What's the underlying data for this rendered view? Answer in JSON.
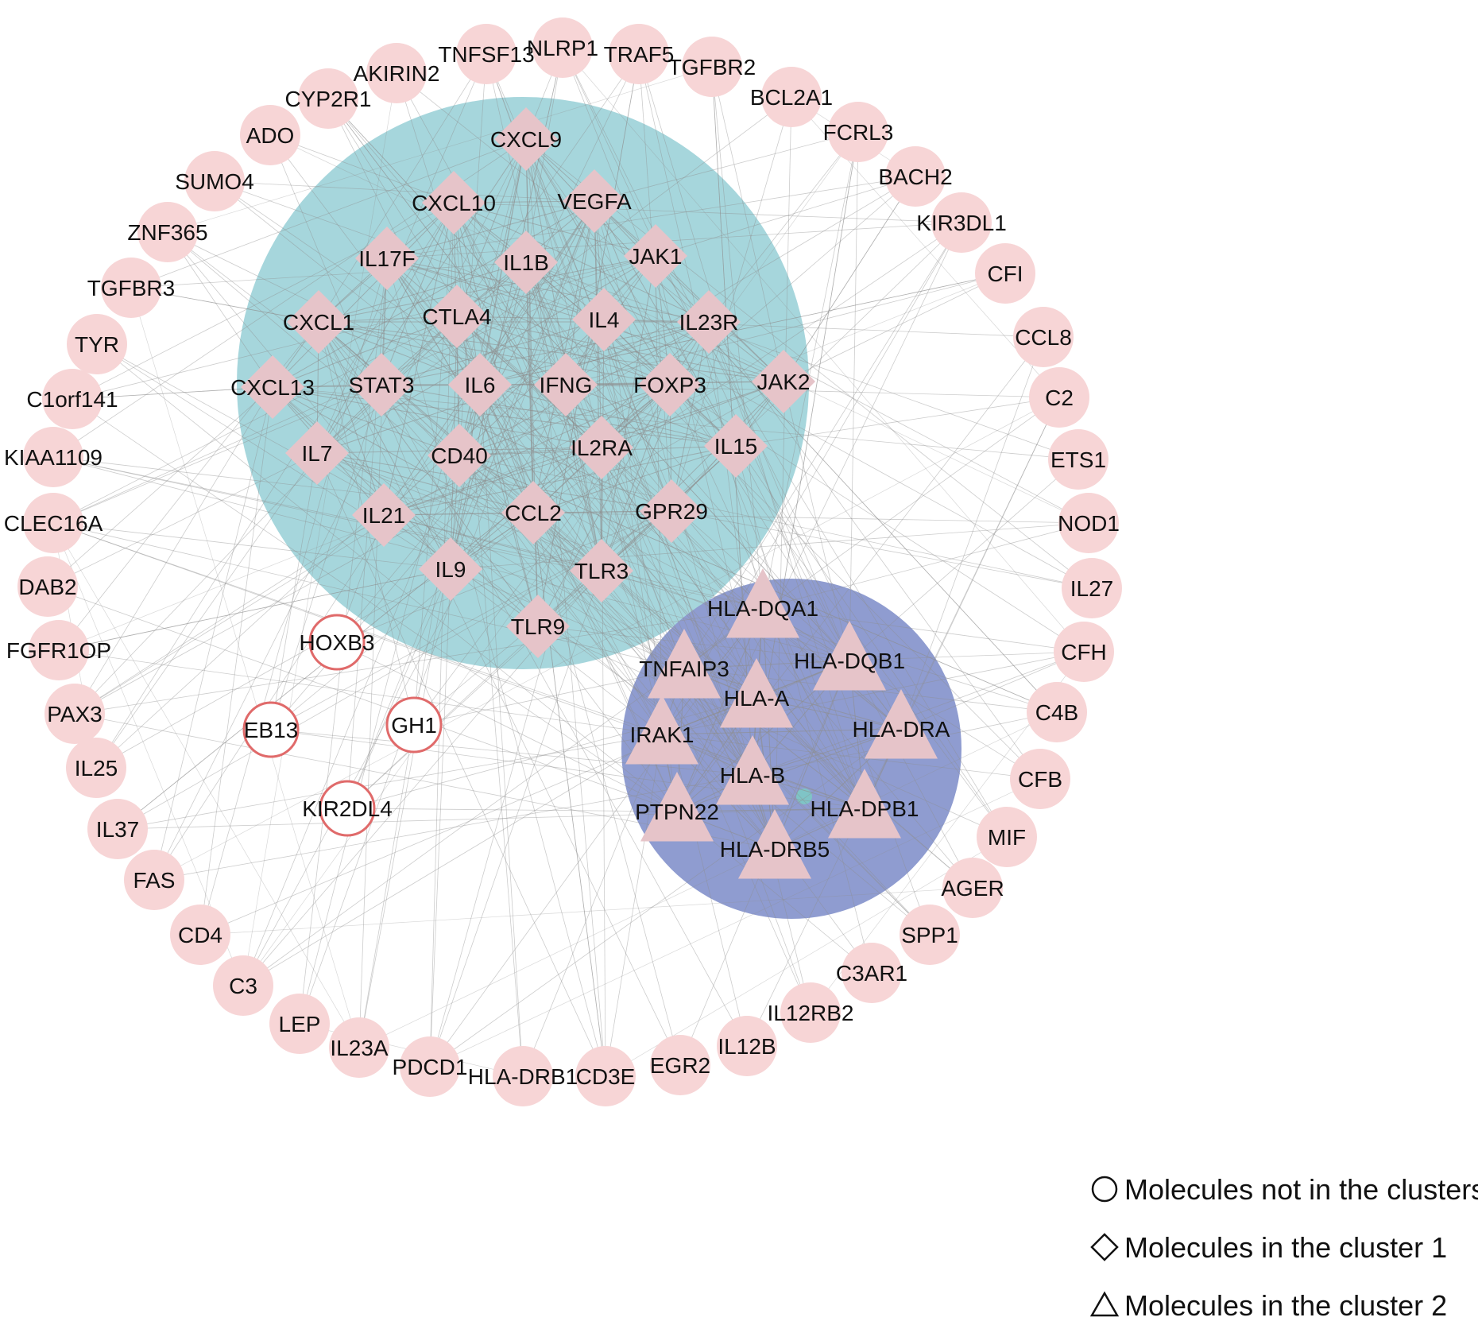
{
  "colors": {
    "node_fill": "#f7d5d6",
    "node_fill_cluster": "#e6c4c9",
    "node_stroke_outlier": "#e06a6a",
    "cluster1_bg": "#a6d6dc",
    "cluster2_bg": "#8f9cd0",
    "edge": "#8e8e8e"
  },
  "outer_ring": [
    "TNFSF13",
    "NLRP1",
    "TRAF5",
    "TGFBR2",
    "BCL2A1",
    "FCRL3",
    "BACH2",
    "KIR3DL1",
    "CFI",
    "CCL8",
    "C2",
    "ETS1",
    "NOD1",
    "IL27",
    "CFH",
    "C4B",
    "CFB",
    "MIF",
    "AGER",
    "SPP1",
    "C3AR1",
    "IL12RB2",
    "IL12B",
    "EGR2",
    "CD3E",
    "HLA-DRB1",
    "PDCD1",
    "IL23A",
    "LEP",
    "C3",
    "CD4",
    "FAS",
    "IL37",
    "IL25",
    "PAX3",
    "FGFR1OP",
    "DAB2",
    "CLEC16A",
    "KIAA1109",
    "C1orf141",
    "TYR",
    "TGFBR3",
    "ZNF365",
    "SUMO4",
    "ADO",
    "CYP2R1",
    "AKIRIN2"
  ],
  "unclustered_inner": [
    "HOXB3",
    "EB13",
    "GH1",
    "KIR2DL4"
  ],
  "cluster1": [
    "CXCL9",
    "CXCL10",
    "VEGFA",
    "IL17F",
    "IL1B",
    "JAK1",
    "CXCL1",
    "CTLA4",
    "IL4",
    "IL23R",
    "CXCL13",
    "STAT3",
    "IL6",
    "IFNG",
    "FOXP3",
    "JAK2",
    "IL7",
    "CD40",
    "IL2RA",
    "IL15",
    "IL21",
    "CCL2",
    "GPR29",
    "IL9",
    "TLR3",
    "TLR9"
  ],
  "cluster2": [
    "HLA-DQA1",
    "TNFAIP3",
    "HLA-DQB1",
    "HLA-A",
    "IRAK1",
    "HLA-DRA",
    "HLA-B",
    "PTPN22",
    "HLA-DPB1",
    "HLA-DRB5"
  ],
  "legend": {
    "not_in_clusters": "Molecules not in the clusters",
    "cluster1": "Molecules in the cluster 1",
    "cluster2": "Molecules in the cluster 2"
  }
}
